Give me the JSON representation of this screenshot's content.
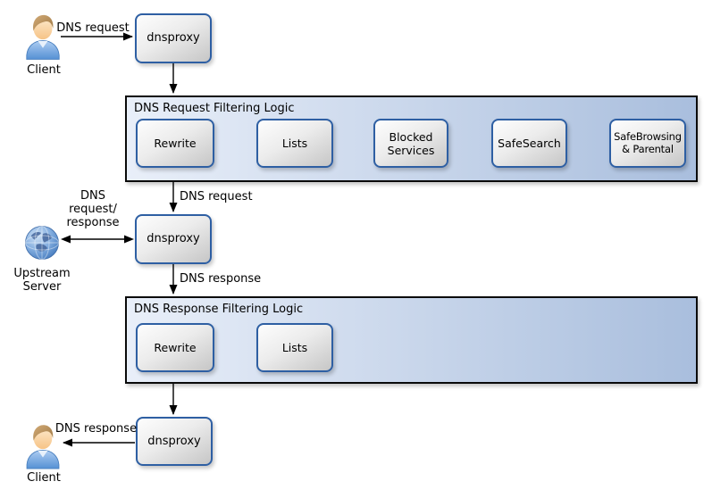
{
  "nodes": {
    "dnsproxy_top": "dnsproxy",
    "dnsproxy_mid": "dnsproxy",
    "dnsproxy_bottom": "dnsproxy",
    "client_top": "Client",
    "client_bottom": "Client",
    "upstream_lines": [
      "Upstream",
      "Server"
    ]
  },
  "request_pipeline": {
    "title": "DNS Request Filtering Logic",
    "steps": [
      "Rewrite",
      "Lists",
      "Blocked Services",
      "SafeSearch",
      "SafeBrowsing & Parental"
    ]
  },
  "response_pipeline": {
    "title": "DNS Response Filtering Logic",
    "steps": [
      "Rewrite",
      "Lists"
    ]
  },
  "edge_labels": {
    "client_to_proxy": "DNS request",
    "pipeline_to_proxy": "DNS request",
    "upstream_edge_lines": [
      "DNS",
      "request/",
      "response"
    ],
    "proxy_to_response_pipeline": "DNS response",
    "proxy_to_client": "DNS response"
  },
  "colors": {
    "background": "#ffffff",
    "node_border": "#2e5fa3",
    "node_fill_top": "#fdfdfd",
    "node_fill_bottom": "#c6c6c6",
    "container_fill_left": "#e9eff9",
    "container_fill_right": "#a9bedd",
    "container_border": "#0a0a0a",
    "arrow": "#000000"
  }
}
